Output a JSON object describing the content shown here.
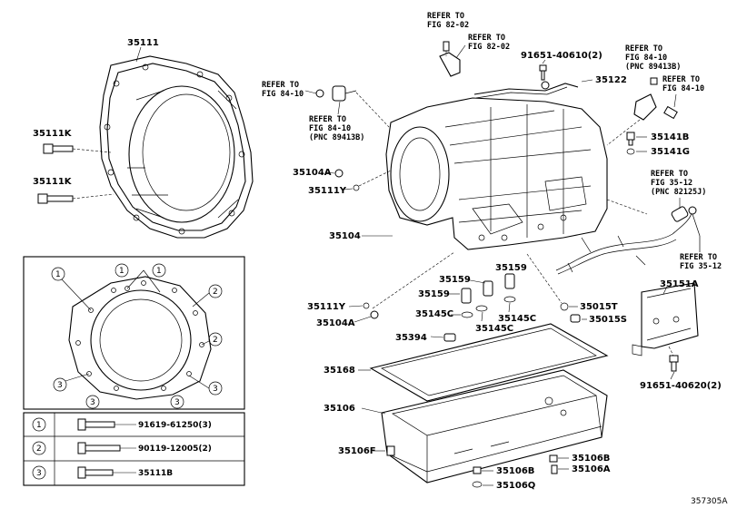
{
  "diagram_id": "357305A",
  "parts": {
    "p35111": "35111",
    "p35111k_a": "35111K",
    "p35111k_b": "35111K",
    "p35122": "35122",
    "p91651_40610": "91651-40610(2)",
    "p35141b": "35141B",
    "p35141g": "35141G",
    "p35104a_top": "35104A",
    "p35111y_top": "35111Y",
    "p35104": "35104",
    "p35159_a": "35159",
    "p35159_b": "35159",
    "p35159_c": "35159",
    "p35111y_bot": "35111Y",
    "p35145c_a": "35145C",
    "p35145c_b": "35145C",
    "p35145c_c": "35145C",
    "p35104a_bot": "35104A",
    "p35015t": "35015T",
    "p35015s": "35015S",
    "p35151a": "35151A",
    "p35394": "35394",
    "p35168": "35168",
    "p91651_40620": "91651-40620(2)",
    "p35106": "35106",
    "p35106f": "35106F",
    "p35106b_a": "35106B",
    "p35106b_b": "35106B",
    "p35106a": "35106A",
    "p35106q": "35106Q"
  },
  "references": {
    "ref_82_02_a": [
      "REFER TO",
      "FIG 82-02"
    ],
    "ref_82_02_b": [
      "REFER TO",
      "FIG 82-02"
    ],
    "ref_84_10_left": [
      "REFER TO",
      "FIG 84-10"
    ],
    "ref_84_10_pnc_left": [
      "REFER TO",
      "FIG 84-10",
      "(PNC 89413B)"
    ],
    "ref_84_10_pnc_right": [
      "REFER TO",
      "FIG 84-10",
      "(PNC 89413B)"
    ],
    "ref_84_10_right": [
      "REFER TO",
      "FIG 84-10"
    ],
    "ref_35_12_pnc": [
      "REFER TO",
      "FIG 35-12",
      "(PNC 82125J)"
    ],
    "ref_35_12": [
      "REFER TO",
      "FIG 35-12"
    ]
  },
  "inset": {
    "callouts": [
      "1",
      "2",
      "3"
    ],
    "legend": [
      {
        "num": "1",
        "part": "91619-61250(3)"
      },
      {
        "num": "2",
        "part": "90119-12005(2)"
      },
      {
        "num": "3",
        "part": "35111B"
      }
    ]
  }
}
